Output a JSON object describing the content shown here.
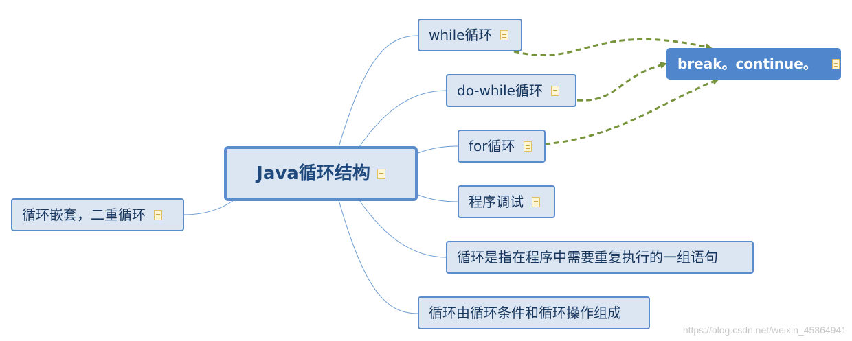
{
  "mindmap": {
    "root": {
      "label": "Java循环结构",
      "note_icon": "note-icon"
    },
    "left_topics": [
      {
        "label": "循环嵌套，二重循环",
        "note_icon": "note-icon"
      }
    ],
    "right_topics": [
      {
        "label": "while循环",
        "note_icon": "note-icon"
      },
      {
        "label": "do-while循环",
        "note_icon": "note-icon"
      },
      {
        "label": "for循环",
        "note_icon": "note-icon"
      },
      {
        "label": "程序调试",
        "note_icon": "note-icon"
      },
      {
        "label": "循环是指在程序中需要重复执行的一组语句"
      },
      {
        "label": "循环由循环条件和循环操作组成"
      }
    ],
    "floating_topic": {
      "label": "break。continue。",
      "note_icon": "note-icon"
    },
    "relationships": [
      {
        "from": "while循环",
        "to": "break。continue。"
      },
      {
        "from": "do-while循环",
        "to": "break。continue。"
      },
      {
        "from": "for循环",
        "to": "break。continue。"
      }
    ]
  },
  "colors": {
    "topic_fill": "#dce6f2",
    "topic_border": "#5b8ccc",
    "selected_fill": "#4f86cc",
    "connector": "#6b9bd1",
    "relationship": "#77933c"
  },
  "watermark": "https://blog.csdn.net/weixin_45864941"
}
